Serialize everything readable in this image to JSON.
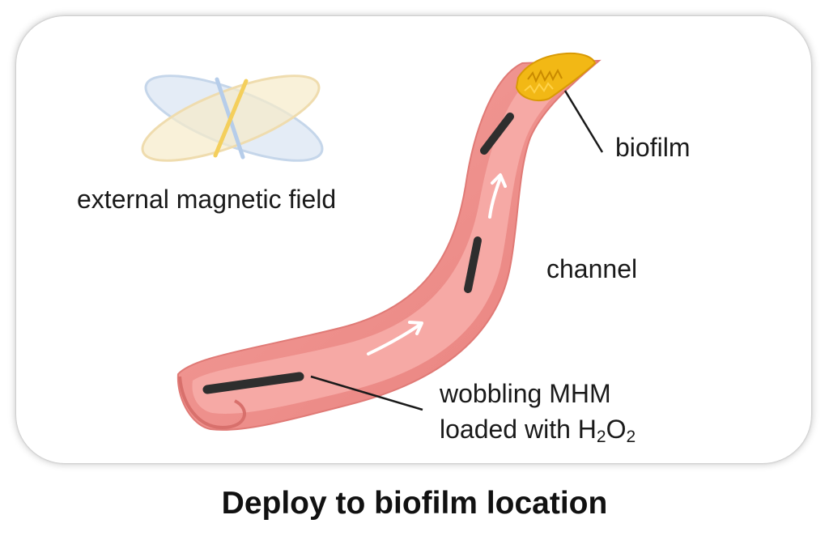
{
  "labels": {
    "field": "external magnetic field",
    "biofilm": "biofilm",
    "channel": "channel",
    "mhm_line1": "wobbling MHM",
    "mhm_line2_prefix": "loaded with H",
    "mhm_sub1": "2",
    "mhm_o": "O",
    "mhm_sub2": "2"
  },
  "caption": "Deploy to biofilm location",
  "colors": {
    "channel": "#ef8a86",
    "channel_inner": "#f7a4a0",
    "biofilm": "#f2b815",
    "rod": "#333333",
    "arrow": "#ffffff",
    "field_yellow": "#f5d26c",
    "field_blue": "#b9cfe9"
  },
  "icons": [
    "magnetic-field-icon",
    "biofilm-icon",
    "rod-icon",
    "flow-arrow-icon"
  ]
}
